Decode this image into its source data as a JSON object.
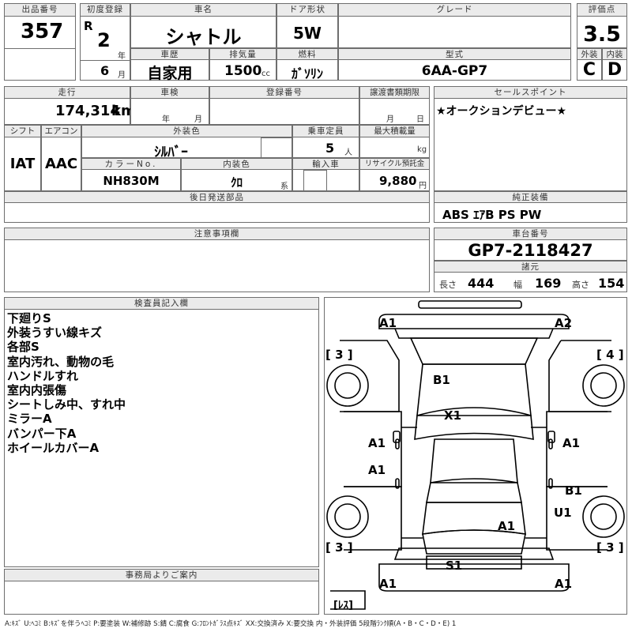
{
  "header": {
    "lot_label": "出品番号",
    "lot_number": "357",
    "first_reg_label": "初度登録",
    "era": "R",
    "year": "2",
    "year_unit": "年",
    "month": "6",
    "month_unit": "月",
    "car_name_label": "車名",
    "car_name": "シャトル",
    "door_label": "ドア形状",
    "door": "5W",
    "grade_label": "グレード",
    "grade": "",
    "score_label": "評価点",
    "score": "3.5",
    "history_label": "車歴",
    "history": "自家用",
    "displacement_label": "排気量",
    "displacement": "1500",
    "displacement_unit": "cc",
    "fuel_label": "燃料",
    "fuel": "ｶﾞｿﾘﾝ",
    "model_label": "型式",
    "model": "6AA-GP7",
    "exterior_label": "外装",
    "exterior": "C",
    "interior_label": "内装",
    "interior": "D"
  },
  "row2": {
    "mileage_label": "走行",
    "mileage": "174,314",
    "mileage_unit": "km",
    "inspection_label": "車検",
    "insp_year_unit": "年",
    "insp_month_unit": "月",
    "reg_number_label": "登録番号",
    "transfer_label": "譲渡書類期限",
    "transfer_month_unit": "月",
    "transfer_day_unit": "日",
    "shift_label": "シフト",
    "shift": "IAT",
    "aircon_label": "エアコン",
    "aircon": "AAC",
    "color_label": "外装色",
    "color": "ｼﾙﾊﾞｰ",
    "capacity_label": "乗車定員",
    "capacity": "5",
    "capacity_unit": "人",
    "max_load_label": "最大積載量",
    "max_load_unit": "kg",
    "color_no_label": "カラーNo.",
    "color_no": "NH830M",
    "int_color_label": "内装色",
    "int_color": "ｸﾛ",
    "int_color_unit": "系",
    "import_label": "輸入車",
    "recycle_label": "リサイクル預託金",
    "recycle": "9,880",
    "recycle_unit": "円",
    "later_parts_label": "後日発送部品"
  },
  "sales": {
    "label": "セールスポイント",
    "text": "★オークションデビュー★"
  },
  "equipment": {
    "label": "純正装備",
    "text": "ABS ｴｱB PS PW"
  },
  "notes": {
    "label": "注意事項欄"
  },
  "chassis": {
    "label": "車台番号",
    "number": "GP7-2118427"
  },
  "specs": {
    "label": "諸元",
    "length_label": "長さ",
    "length": "444",
    "width_label": "幅",
    "width": "169",
    "height_label": "高さ",
    "height": "154"
  },
  "inspector": {
    "label": "検査員記入欄",
    "remarks": [
      "下廻りS",
      "外装うすい線キズ",
      "各部S",
      "室内汚れ、動物の毛",
      "ハンドルすれ",
      "室内内張傷",
      "シートしみ中、すれ中",
      "ミラーA",
      "バンパー下A",
      "ホイールカバーA"
    ]
  },
  "office": {
    "label": "事務局よりご案内"
  },
  "diagram": {
    "marks": [
      {
        "id": "front-left-bumper",
        "text": "A1"
      },
      {
        "id": "front-right-bumper",
        "text": "A2"
      },
      {
        "id": "hood",
        "text": "B1"
      },
      {
        "id": "roof",
        "text": "X1"
      },
      {
        "id": "left-front-door",
        "text": "A1"
      },
      {
        "id": "left-rear-door",
        "text": "A1"
      },
      {
        "id": "right-front-door",
        "text": "A1"
      },
      {
        "id": "right-rear-door",
        "text": "B1"
      },
      {
        "id": "right-rear-fender",
        "text": "U1"
      },
      {
        "id": "rear-gate",
        "text": "A1"
      },
      {
        "id": "rear-panel",
        "text": "S1"
      },
      {
        "id": "rear-left-bumper",
        "text": "A1"
      },
      {
        "id": "rear-right-bumper",
        "text": "A1"
      }
    ],
    "tire_marks": [
      {
        "id": "tire-front-left",
        "text": "[ 3 ]"
      },
      {
        "id": "tire-front-right",
        "text": "[ 4 ]"
      },
      {
        "id": "tire-rear-left",
        "text": "[ 3 ]"
      },
      {
        "id": "tire-rear-right",
        "text": "[ 3 ]"
      }
    ],
    "spare_label": "[ﾚｽ]"
  },
  "legend": "A:ｷｽﾞ U:ﾍｺﾐ B:ｷｽﾞを伴うﾍｺﾐ P:要塗装 W:補修跡 S:錆 C:腐食 G:ﾌﾛﾝﾄｶﾞﾗｽ点ｷｽﾞ XX:交換済み X:要交換 内・外装評価 5段階ﾗﾝｸ順(A・B・C・D・E) 1"
}
